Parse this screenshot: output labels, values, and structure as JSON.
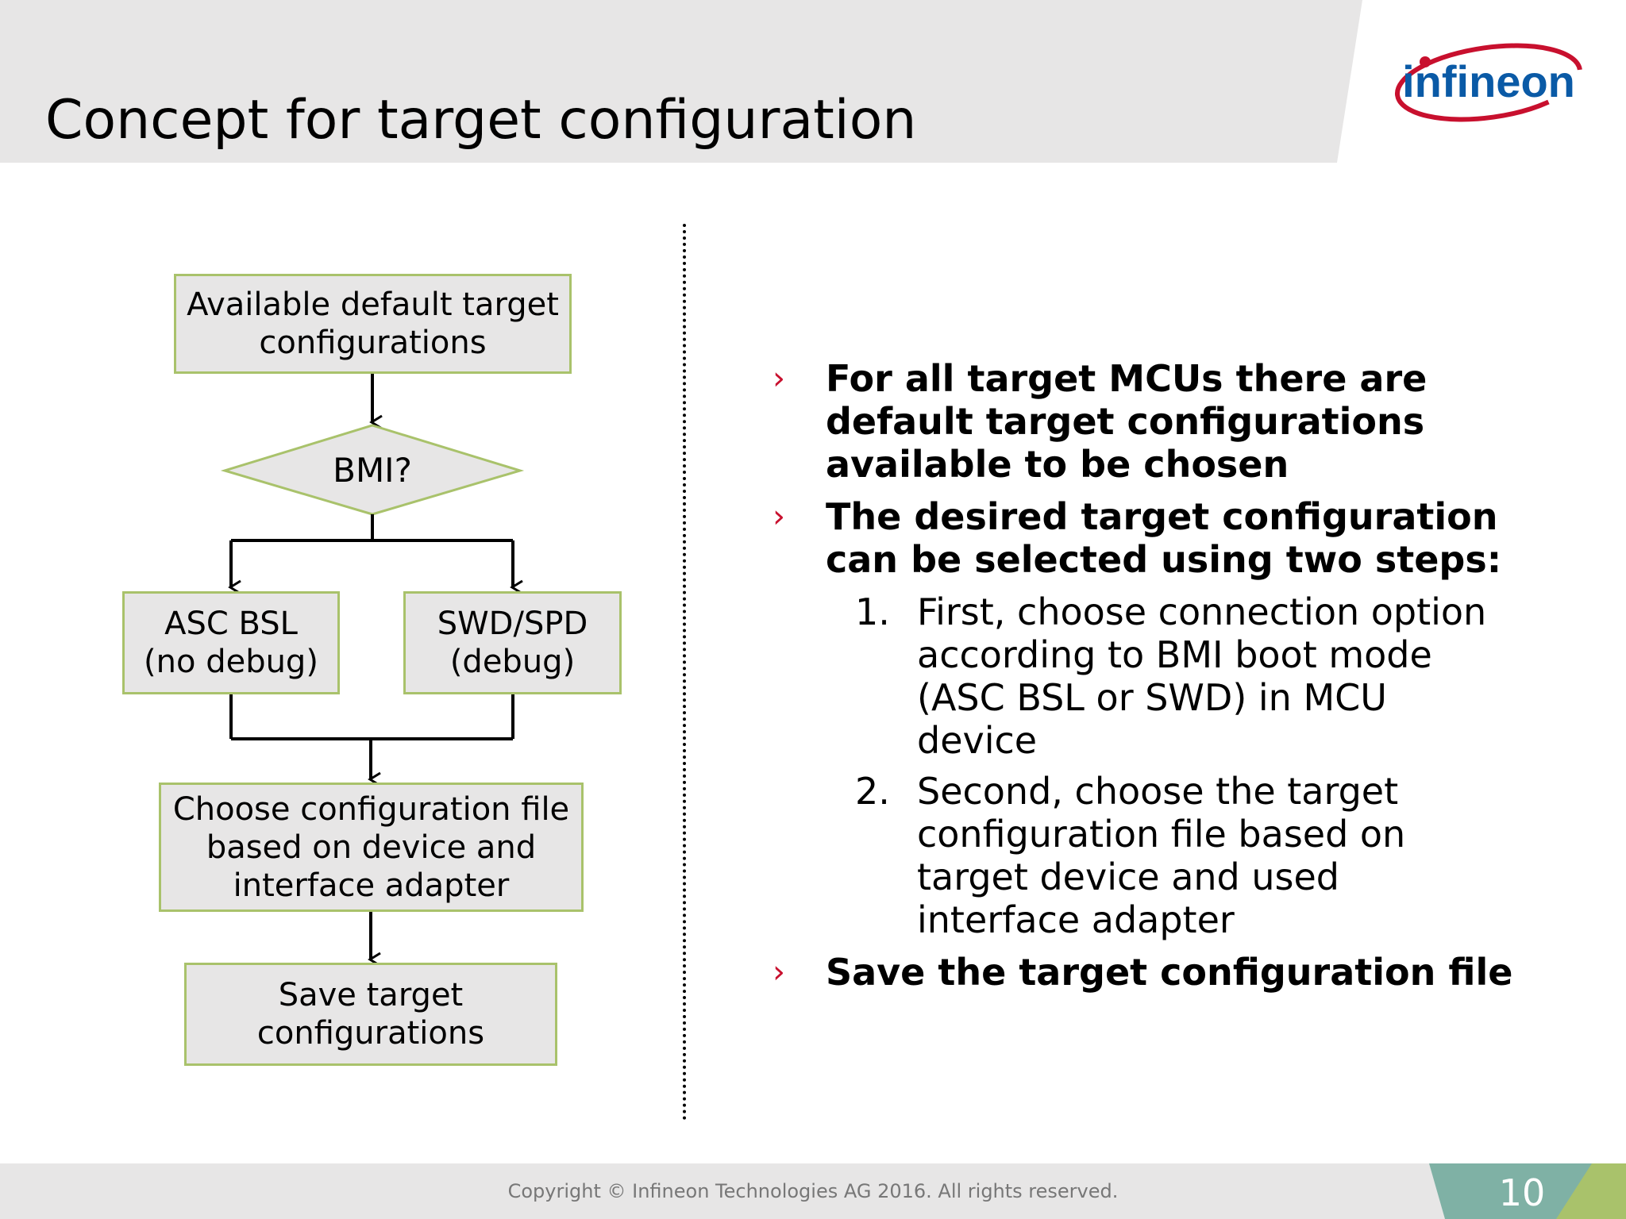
{
  "header": {
    "title": "Concept for target configuration",
    "logo_text": "infineon"
  },
  "colors": {
    "accent_red": "#c8102e",
    "logo_blue": "#0a5aa6",
    "box_border": "#a9c26b",
    "box_fill": "#e7e6e6",
    "footer_teal": "#7fb1a5",
    "footer_green": "#a9c26b"
  },
  "flowchart": {
    "nodes": [
      {
        "id": "defaults",
        "shape": "rect",
        "lines": [
          "Available default target",
          "configurations"
        ]
      },
      {
        "id": "bmi",
        "shape": "diamond",
        "lines": [
          "BMI?"
        ]
      },
      {
        "id": "asc",
        "shape": "rect",
        "lines": [
          "ASC BSL",
          "(no debug)"
        ]
      },
      {
        "id": "swd",
        "shape": "rect",
        "lines": [
          "SWD/SPD",
          "(debug)"
        ]
      },
      {
        "id": "choose",
        "shape": "rect",
        "lines": [
          "Choose configuration file",
          "based on device and",
          "interface adapter"
        ]
      },
      {
        "id": "save",
        "shape": "rect",
        "lines": [
          "Save target",
          "configurations"
        ]
      }
    ],
    "edges": [
      {
        "from": "defaults",
        "to": "bmi"
      },
      {
        "from": "bmi",
        "to": "asc"
      },
      {
        "from": "bmi",
        "to": "swd"
      },
      {
        "from": "asc",
        "to": "choose"
      },
      {
        "from": "swd",
        "to": "choose"
      },
      {
        "from": "choose",
        "to": "save"
      }
    ]
  },
  "bullets": {
    "b1": [
      "For all target MCUs there are",
      "default target configurations",
      "available to be chosen"
    ],
    "b2": [
      "The desired target configuration",
      "can be selected using two steps:"
    ],
    "steps": [
      {
        "num": "1.",
        "lines": [
          "First, choose connection option",
          "according to BMI boot mode",
          "(ASC BSL or SWD) in MCU",
          "device"
        ]
      },
      {
        "num": "2.",
        "lines": [
          "Second, choose the target",
          "configuration file based on",
          "target device and used",
          "interface adapter"
        ]
      }
    ],
    "b3": [
      "Save the target configuration file"
    ]
  },
  "footer": {
    "copyright": "Copyright © Infineon Technologies AG 2016. All rights reserved.",
    "page_number": "10"
  }
}
